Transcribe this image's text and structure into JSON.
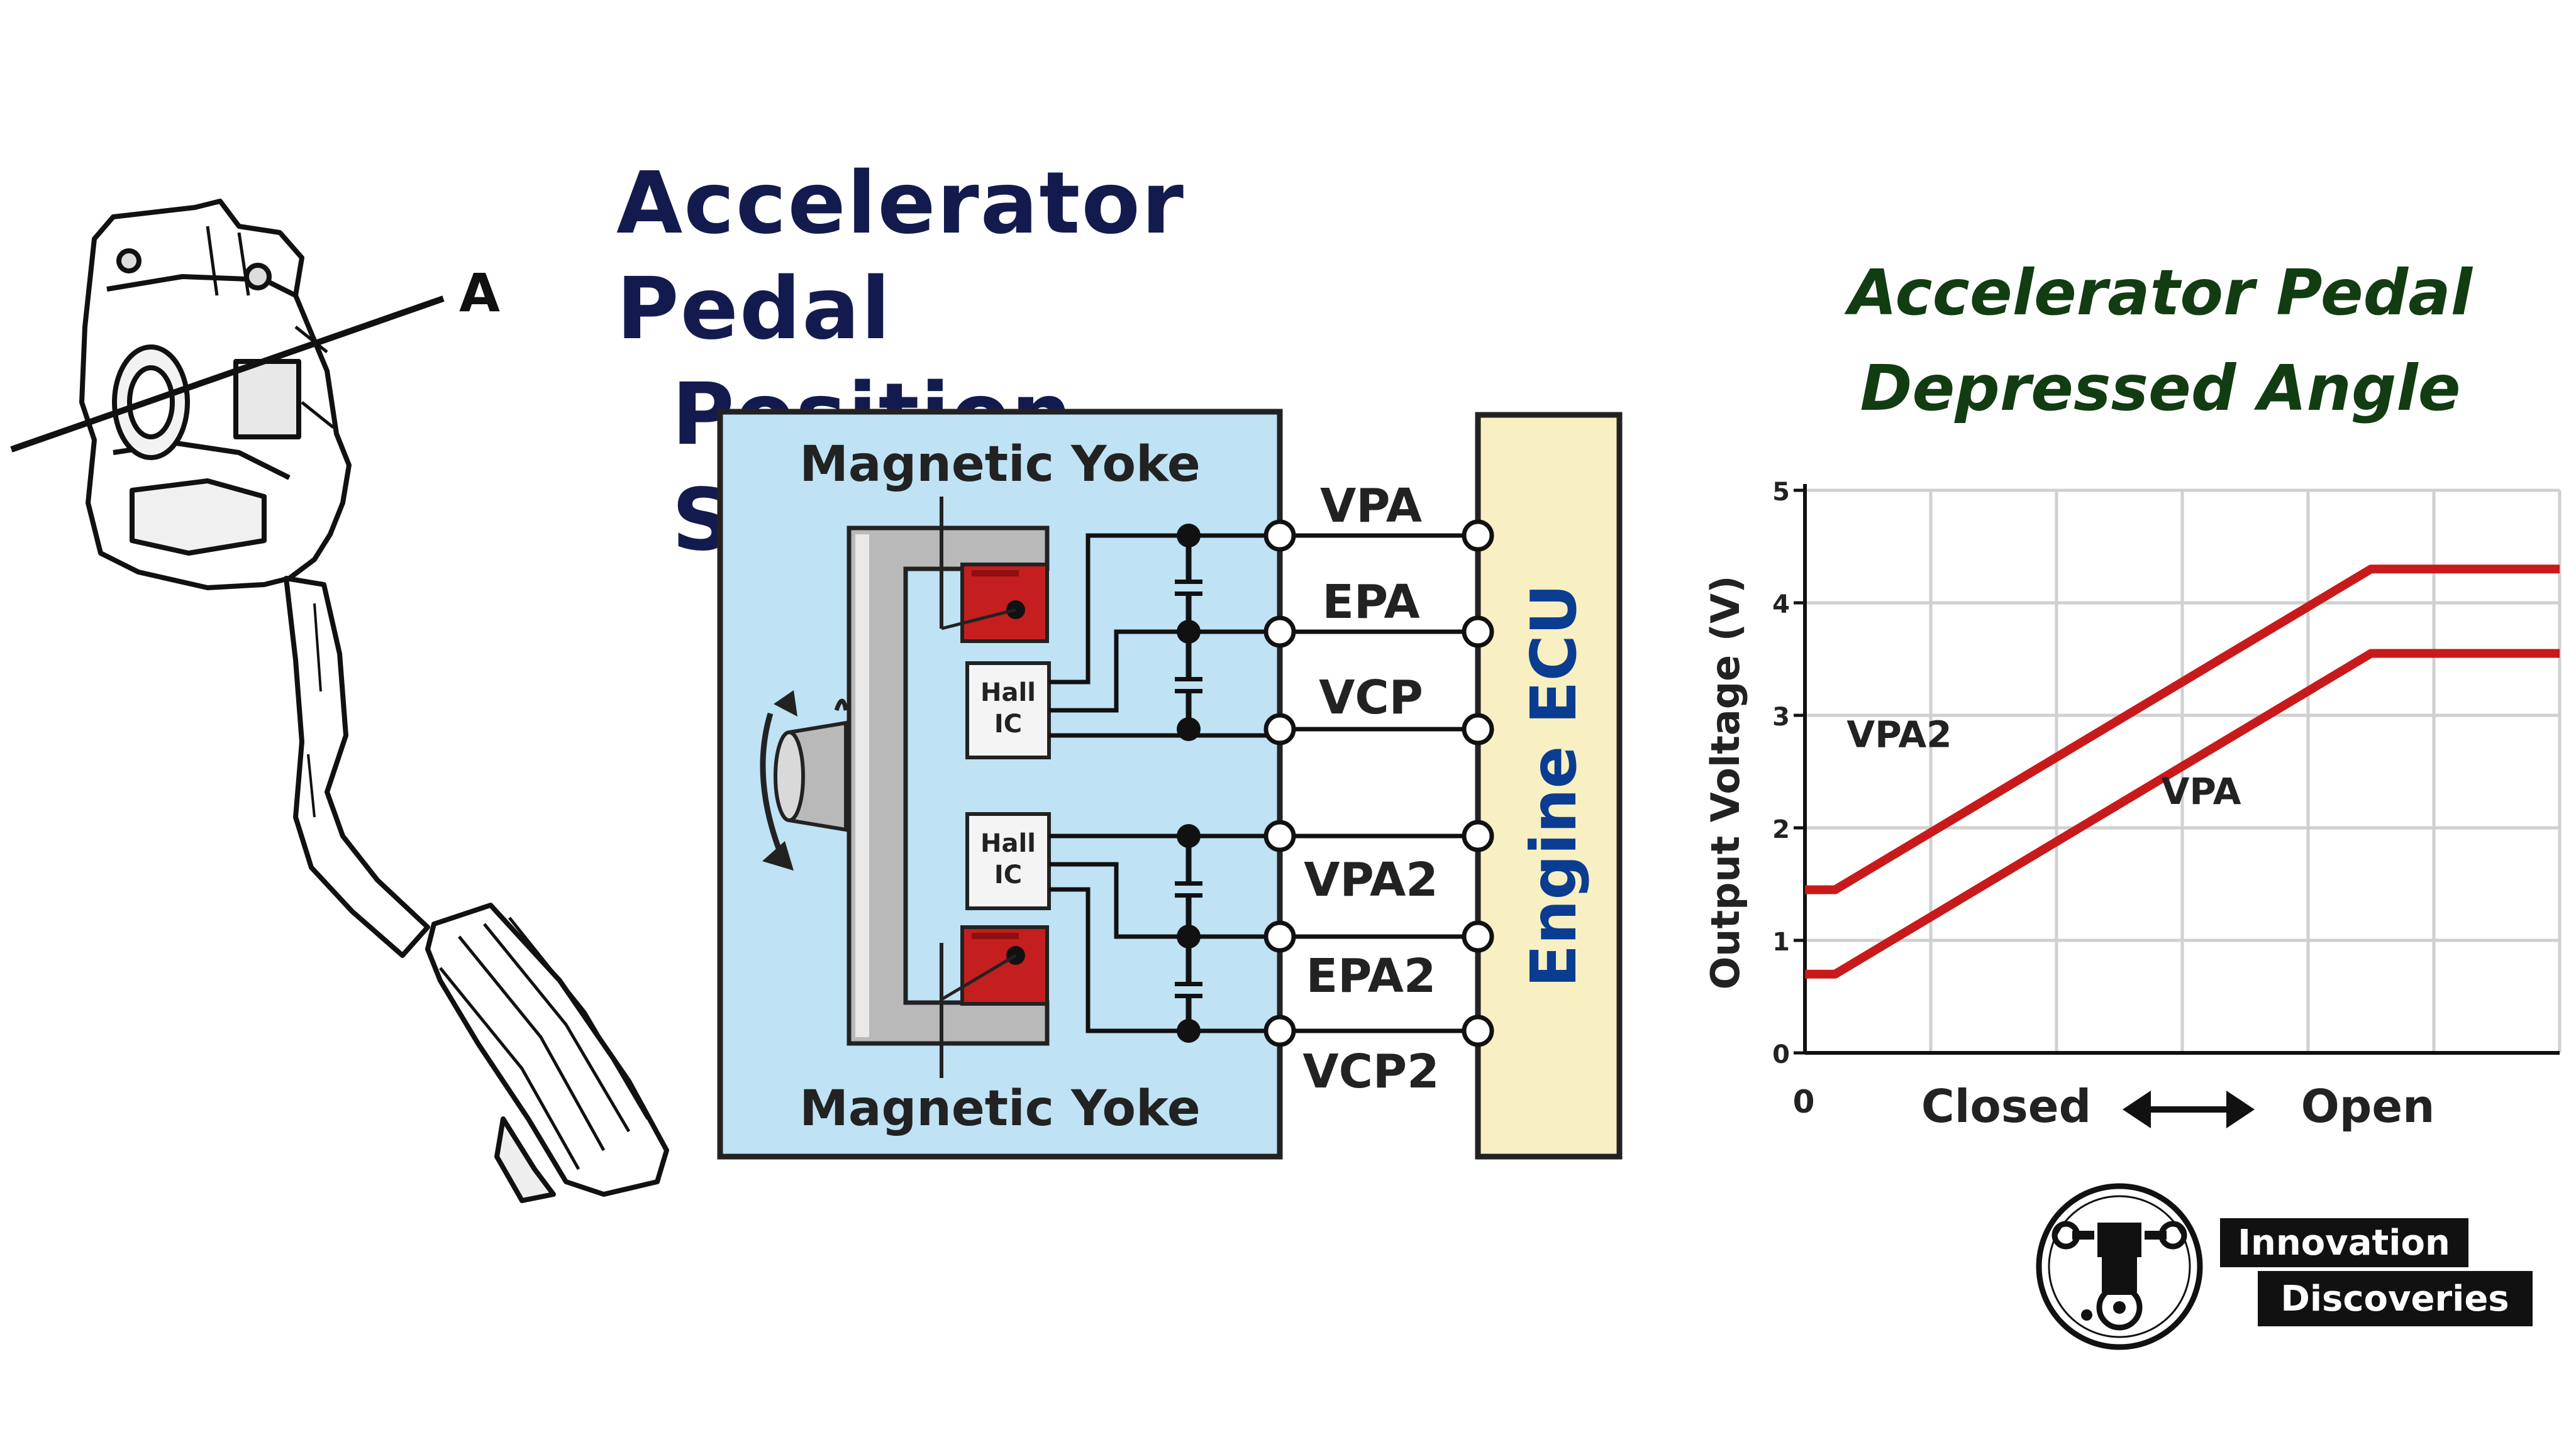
{
  "title": {
    "line1": "Accelerator Pedal",
    "line2": "Position Sensor"
  },
  "pedal": {
    "callout_label": "A"
  },
  "circuit": {
    "yoke_top_label": "Magnetic Yoke",
    "yoke_bottom_label": "Magnetic Yoke",
    "hall_ic_label_line1": "Hall",
    "hall_ic_label_line2": "IC",
    "ecu_label": "Engine ECU",
    "signals": [
      "VPA",
      "EPA",
      "VCP",
      "VPA2",
      "EPA2",
      "VCP2"
    ],
    "colors": {
      "sensor_box": "#bfe2f4",
      "ecu_box": "#f8efc3",
      "magnet": "#c41e1e",
      "wire": "#111111"
    }
  },
  "graph": {
    "title_line1": "Accelerator Pedal",
    "title_line2": "Depressed Angle",
    "ylabel": "Output Voltage (V)",
    "x_origin_label": "0",
    "x_closed_label": "Closed",
    "x_open_label": "Open",
    "arrow_icon": "double-arrow-icon"
  },
  "chart_data": {
    "type": "line",
    "ylabel": "Output Voltage (V)",
    "ylim": [
      0,
      5
    ],
    "yticks": [
      0,
      1,
      2,
      3,
      4,
      5
    ],
    "xlim": [
      0,
      100
    ],
    "grid": true,
    "series": [
      {
        "name": "VPA2",
        "x": [
          0,
          4,
          75,
          100
        ],
        "values": [
          1.45,
          1.45,
          4.3,
          4.3
        ],
        "color": "#c81a1a"
      },
      {
        "name": "VPA",
        "x": [
          0,
          4,
          75,
          100
        ],
        "values": [
          0.7,
          0.7,
          3.55,
          3.55
        ],
        "color": "#c81a1a"
      }
    ]
  },
  "logo": {
    "line1": "Innovation",
    "line2": "Discoveries",
    "icon": "gear-wrench-logo-icon"
  }
}
